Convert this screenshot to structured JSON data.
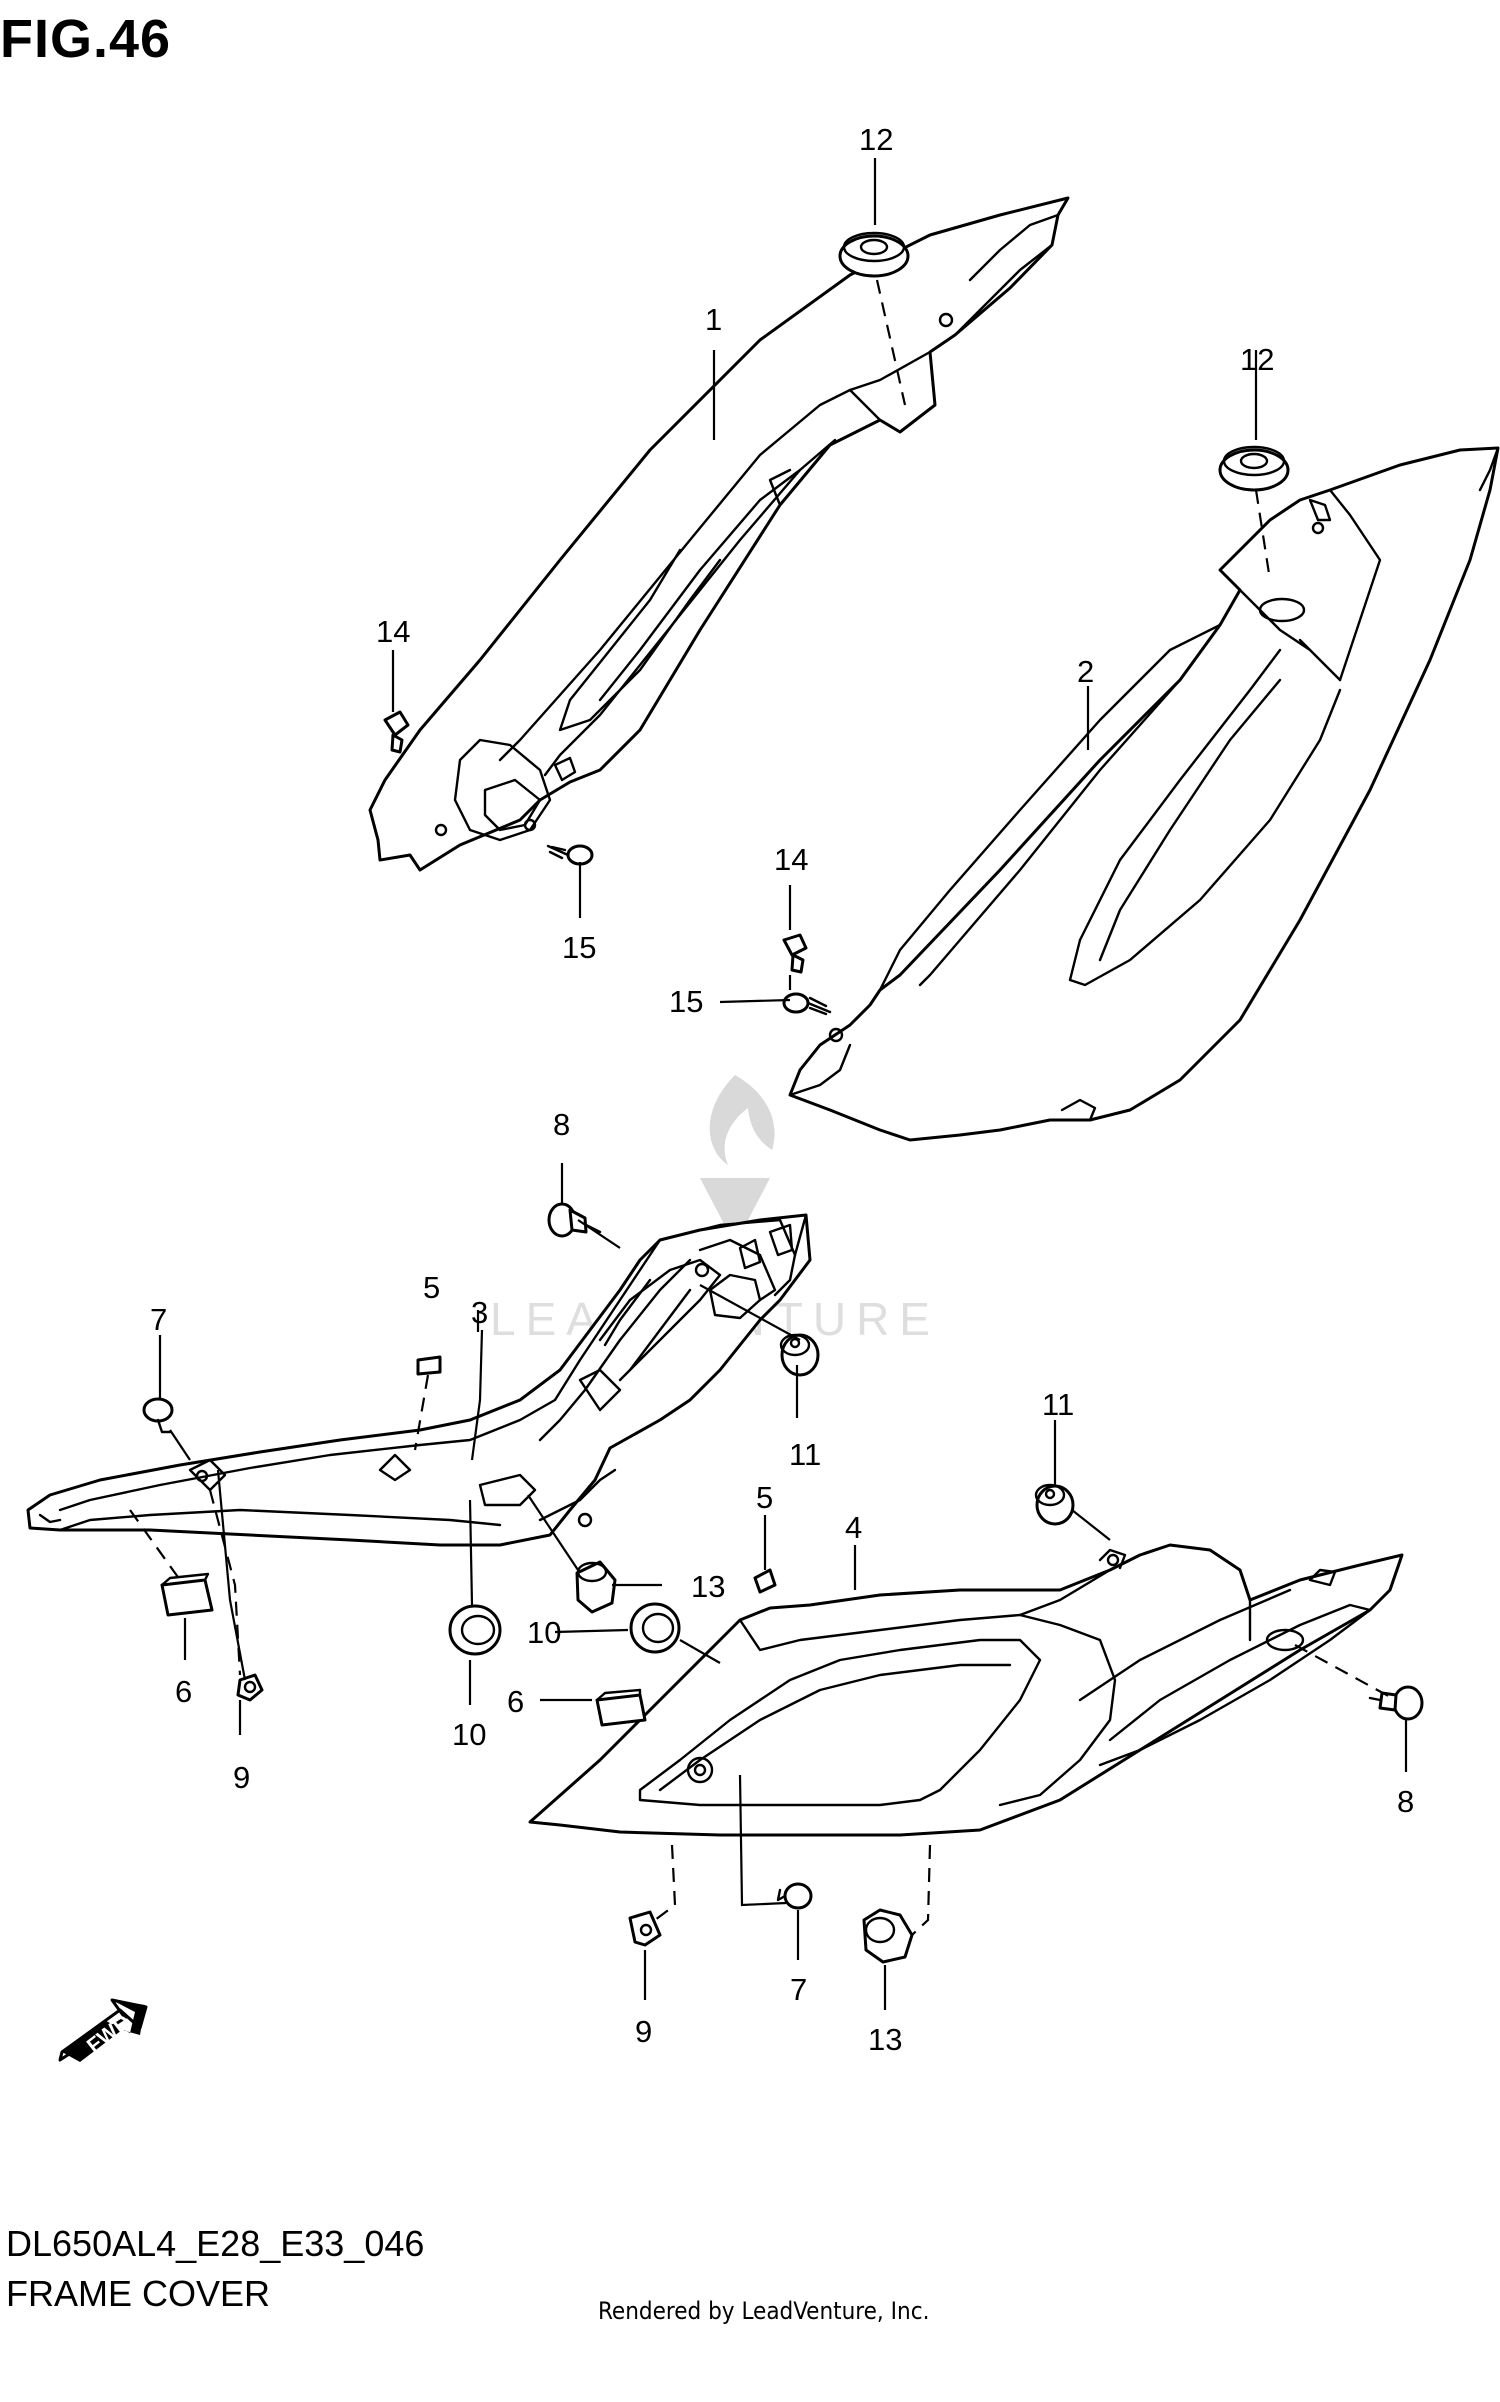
{
  "figure": {
    "title": "FIG.46",
    "model_code": "DL650AL4_E28_E33_046",
    "section_name": "FRAME COVER",
    "credit": "Rendered by LeadVenture, Inc.",
    "direction_marker": "FWD",
    "watermark": "LEADVENTURE"
  },
  "callouts": {
    "c12a": "12",
    "c1": "1",
    "c14a": "14",
    "c15a": "15",
    "c12b": "12",
    "c2": "2",
    "c14b": "14",
    "c15b": "15",
    "c8a": "8",
    "c5a": "5",
    "c3": "3",
    "c7a": "7",
    "c11a": "11",
    "c13a": "13",
    "c6a": "6",
    "c9a": "9",
    "c10a": "10",
    "c11b": "11",
    "c5b": "5",
    "c4": "4",
    "c10b": "10",
    "c6b": "6",
    "c8b": "8",
    "c9b": "9",
    "c7b": "7",
    "c13b": "13"
  }
}
